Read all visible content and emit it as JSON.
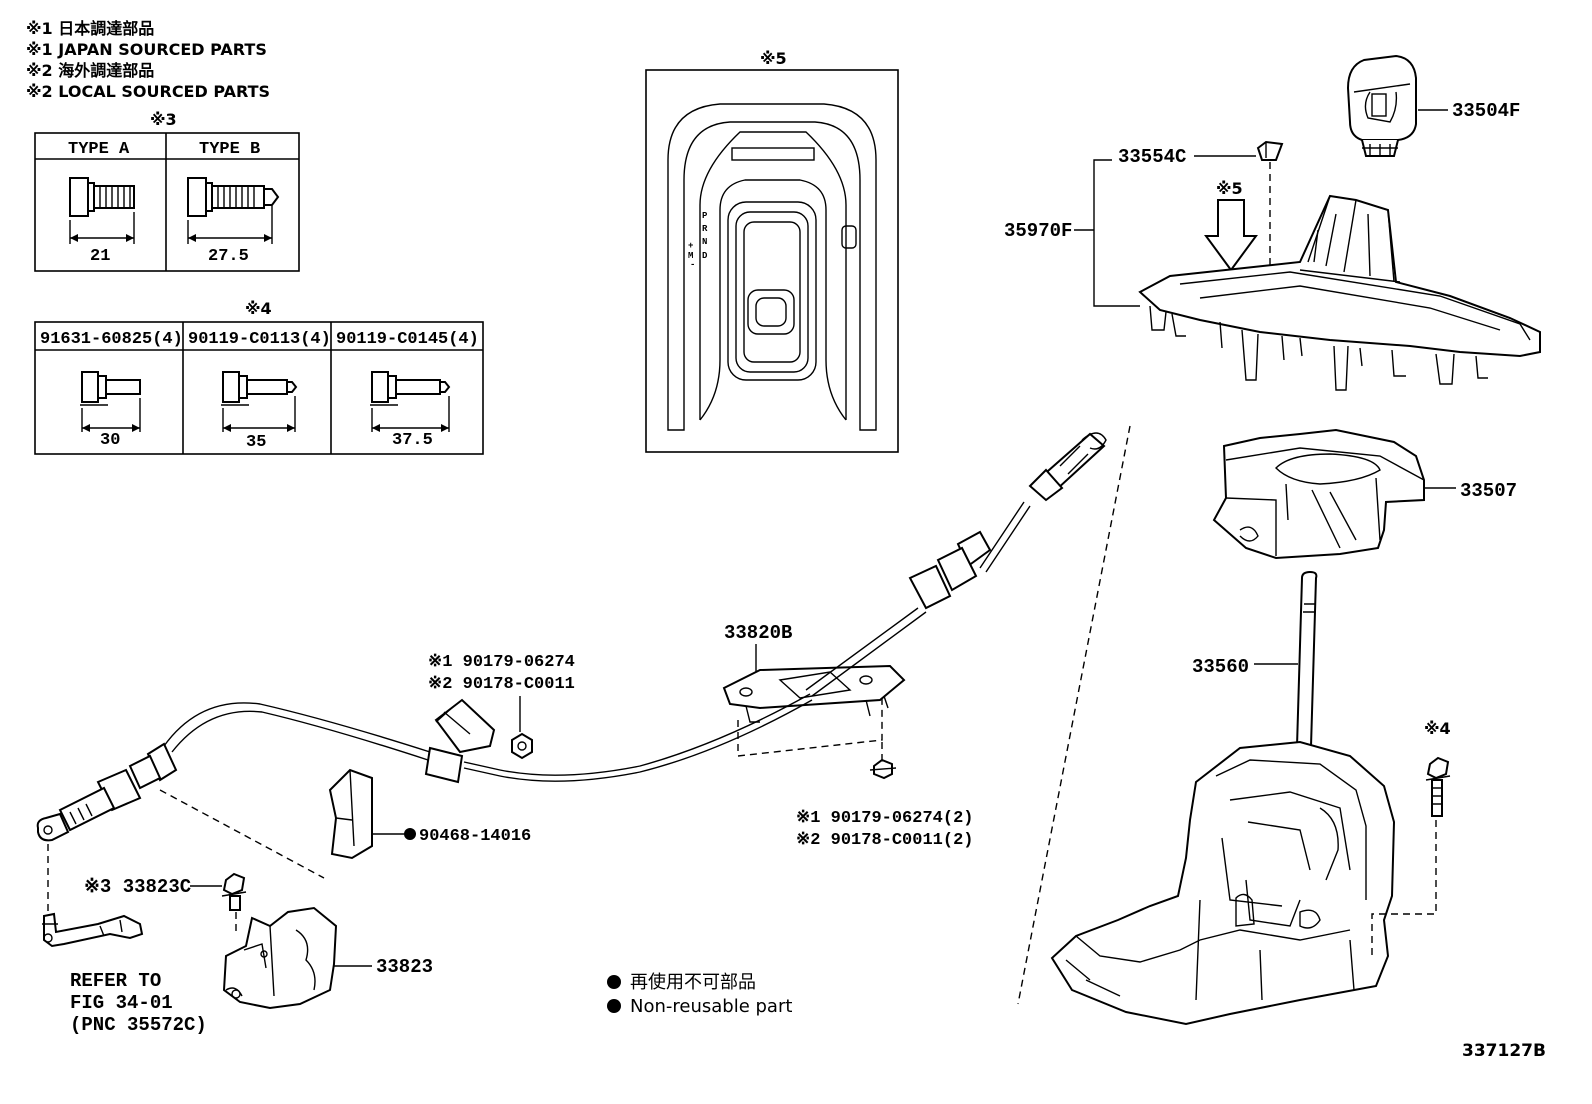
{
  "notes": [
    "※1 日本調達部品",
    "※1 JAPAN SOURCED PARTS",
    "※2 海外調達部品",
    "※2 LOCAL SOURCED PARTS"
  ],
  "table3": {
    "marker": "※3",
    "types": [
      {
        "title": "TYPE  A",
        "length": "21"
      },
      {
        "title": "TYPE  B",
        "length": "27.5"
      }
    ]
  },
  "table4": {
    "marker": "※4",
    "bolts": [
      {
        "part": "91631-60825(4)",
        "length": "30"
      },
      {
        "part": "90119-C0113(4)",
        "length": "35"
      },
      {
        "part": "90119-C0145(4)",
        "length": "37.5"
      }
    ]
  },
  "view5": {
    "marker": "※5",
    "gear_letters": [
      "P",
      "R",
      "N",
      "D"
    ],
    "gear_side": [
      "+",
      "M",
      "-"
    ]
  },
  "callouts": {
    "knob": "33504F",
    "clip": "33554C",
    "bezel_marker": "※5",
    "bezel": "35970F",
    "housing": "33507",
    "lever": "33560",
    "bolt4_marker": "※4",
    "bracket": "33820B",
    "nut_top_1": "※1 90179-06274",
    "nut_top_2": "※2 90178-C0011",
    "nut_bot_1": "※1 90179-06274(2)",
    "nut_bot_2": "※2 90178-C0011(2)",
    "clip_nr": "90468-14016",
    "bolt3": "※3 33823C",
    "bracket2": "33823",
    "refer_1": "REFER TO",
    "refer_2": "FIG 34-01",
    "refer_3": "(PNC 35572C)"
  },
  "legend": {
    "jp": "再使用不可部品",
    "en": "Non-reusable part"
  },
  "figure_id": "337127B"
}
